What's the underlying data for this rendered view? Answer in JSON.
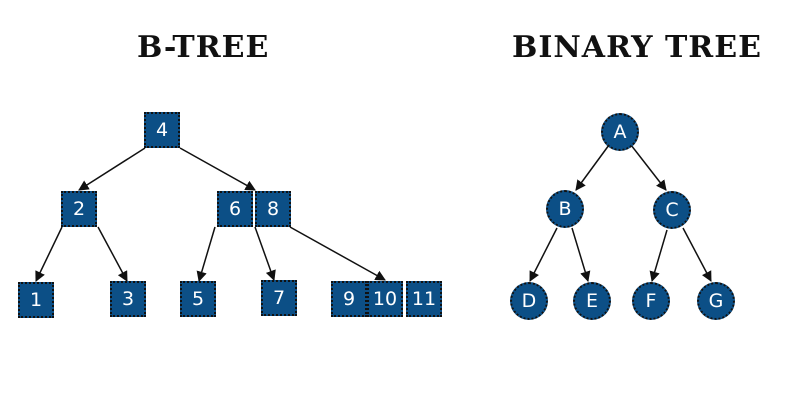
{
  "btree": {
    "title": "B-TREE",
    "keys": [
      "4",
      "2",
      "6",
      "8",
      "1",
      "3",
      "5",
      "7",
      "9",
      "10",
      "11"
    ]
  },
  "binary_tree": {
    "title": "BINARY TREE",
    "nodes": [
      "A",
      "B",
      "C",
      "D",
      "E",
      "F",
      "G"
    ]
  },
  "colors": {
    "node_fill": "#0c4f86",
    "node_border": "#111111",
    "node_text": "#ffffff",
    "edge": "#111111"
  }
}
